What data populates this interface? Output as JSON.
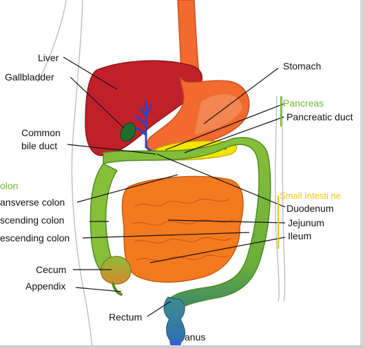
{
  "labels": {
    "liver": "Liver",
    "gallbladder": "Gallbladder",
    "common_bile_duct_line1": "Common",
    "common_bile_duct_line2": "bile duct",
    "colon": "olon",
    "transverse_colon": "ansverse colon",
    "ascending_colon": "scending colon",
    "descending_colon": "escending colon",
    "cecum": "Cecum",
    "appendix": "Appendix",
    "rectum": "Rectum",
    "anus": "anus",
    "stomach": "Stomach",
    "pancreas": "Pancreas",
    "pancreatic_duct": "Pancreatic duct",
    "small_intestine": "Small Intesti ne",
    "duodenum": "Duodenum",
    "jejunum": "Jejunum",
    "ileum": "Ileum"
  },
  "colors": {
    "liver": "#c0202a",
    "stomach": "#f26a2e",
    "pancreas": "#f4e400",
    "small_intestine": "#f47a1f",
    "colon": "#86c03a",
    "rectum": "#3a7fa0",
    "anus": "#3b5bdb",
    "bile_duct": "#2a44c8",
    "gallbladder": "#1f6e2e",
    "label_green": "#74b82a",
    "label_yellow": "#f5c518"
  }
}
